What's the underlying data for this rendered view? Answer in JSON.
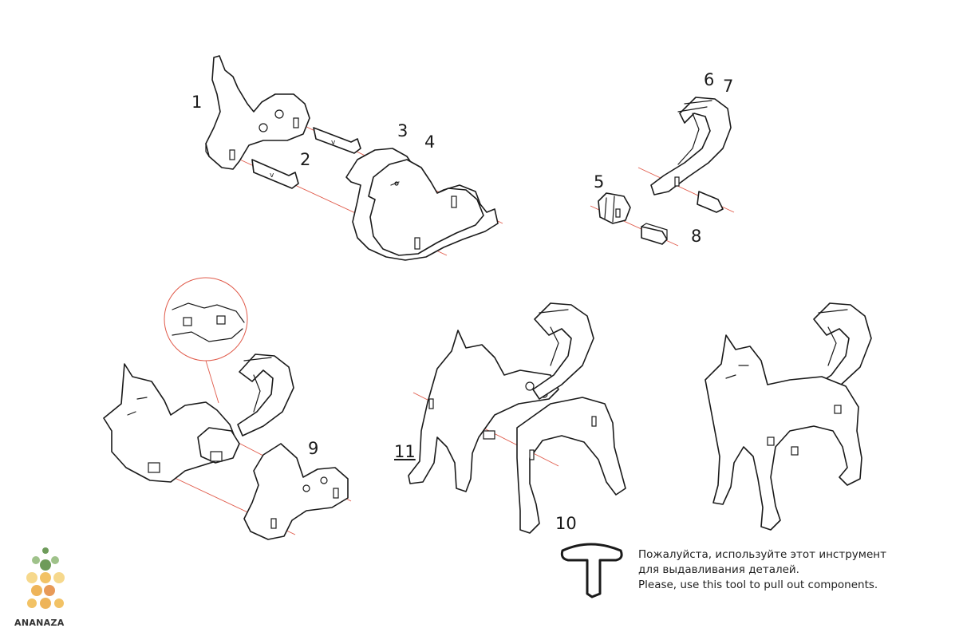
{
  "part_labels": {
    "p1": "1",
    "p2": "2",
    "p3": "3",
    "p4": "4",
    "p5": "5",
    "p6": "6",
    "p7": "7",
    "p8": "8",
    "p9": "9",
    "p10": "10",
    "p11": "11"
  },
  "instructions": {
    "line_ru_1": "Пожалуйста, используйте этот инструмент",
    "line_ru_2": "для выдавливания деталей.",
    "line_en": "Please, use this tool to pull out components."
  },
  "brand": {
    "name": "ANANAZA",
    "colors": [
      "#6e9b5a",
      "#9fc28a",
      "#f2c265",
      "#eeb45a",
      "#e89a58",
      "#f6d88c"
    ]
  },
  "colors": {
    "line": "#1a1a1a",
    "guide": "#e05a4a",
    "fill": "#ffffff"
  }
}
